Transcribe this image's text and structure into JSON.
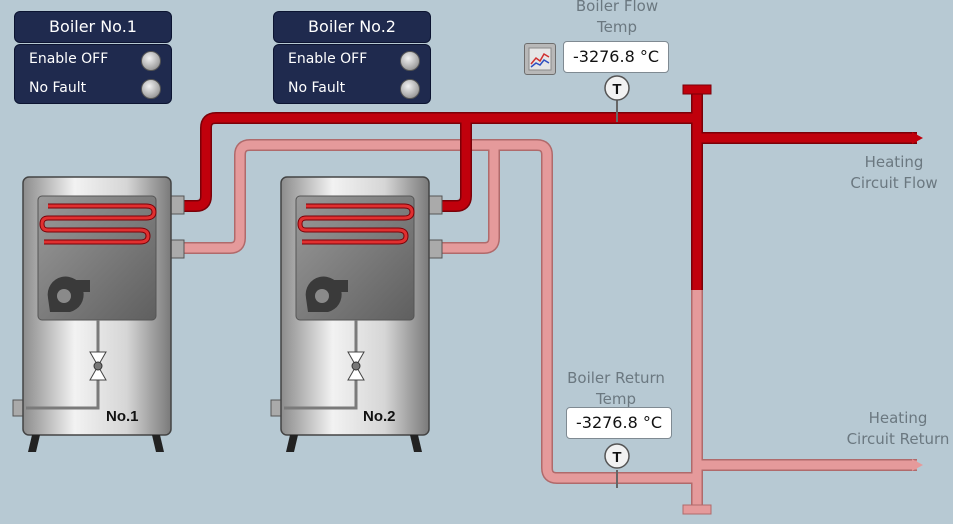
{
  "boilers": [
    {
      "title": "Boiler No.1",
      "enable_status": "Enable OFF",
      "fault_status": "No Fault",
      "tag": "No.1"
    },
    {
      "title": "Boiler No.2",
      "enable_status": "Enable OFF",
      "fault_status": "No Fault",
      "tag": "No.2"
    }
  ],
  "flow_temp": {
    "label_line1": "Boiler Flow",
    "label_line2": "Temp",
    "value": "-3276.8 °C",
    "sensor_letter": "T"
  },
  "return_temp": {
    "label_line1": "Boiler Return",
    "label_line2": "Temp",
    "value": "-3276.8 °C",
    "sensor_letter": "T"
  },
  "circuit_labels": {
    "flow_line1": "Heating",
    "flow_line2": "Circuit Flow",
    "return_line1": "Heating",
    "return_line2": "Circuit Return"
  },
  "colors": {
    "flow_pipe": "#c0000c",
    "return_pipe": "#e59a9b",
    "panel": "#1f2a4e",
    "background": "#b7c9d3"
  },
  "icons": {
    "trend": "trend-chart-icon",
    "led": "status-led-icon",
    "fan": "fan-icon",
    "valve": "valve-icon"
  }
}
